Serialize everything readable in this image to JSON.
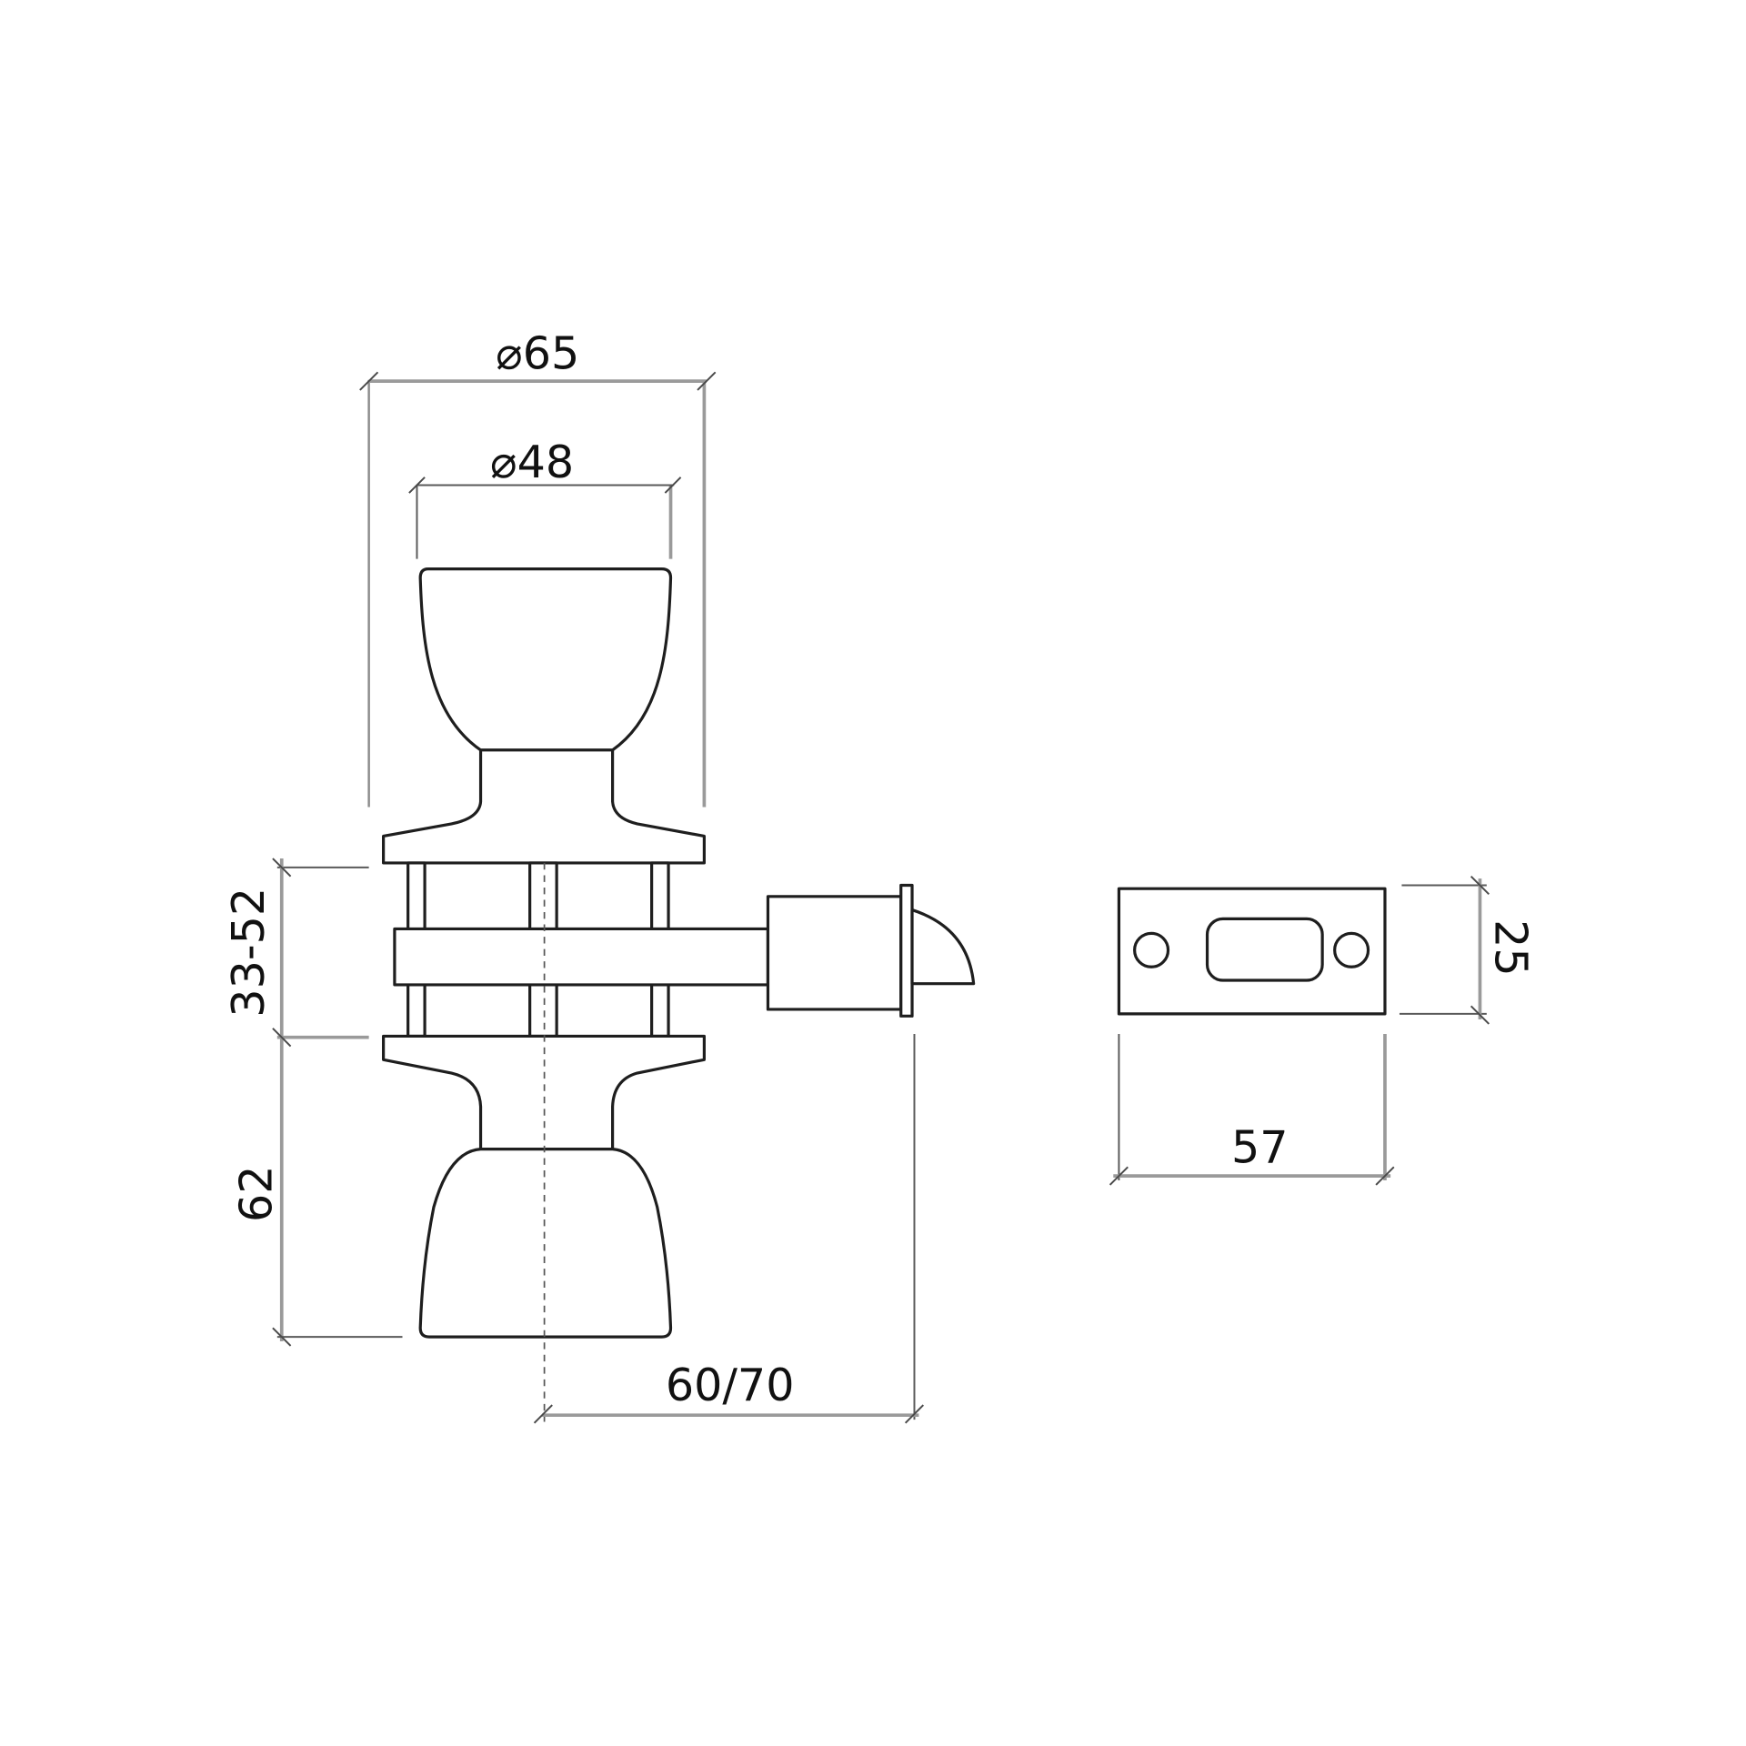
{
  "drawing": {
    "title": "Door knob lockset — dimensional drawing",
    "units": "mm",
    "colors": {
      "background": "#ffffff",
      "object_line": "#1e1e1e",
      "dimension_line": "#9a9a9a",
      "text": "#111111"
    },
    "dimensions": {
      "rose_diameter": "⌀65",
      "knob_diameter": "⌀48",
      "door_thickness": "33-52",
      "knob_projection": "62",
      "backset": "60/70",
      "strike_width": "57",
      "strike_height": "25"
    },
    "components": {
      "knob_outer": "outer-knob",
      "knob_inner": "inner-knob",
      "latch": "latch-bolt",
      "strike_plate": "strike-plate"
    }
  }
}
